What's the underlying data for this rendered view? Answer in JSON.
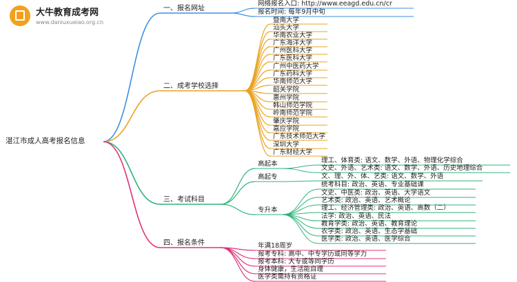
{
  "logo": {
    "title": "大牛教育成考网",
    "subtitle": "www.daniuxueiao.org.cn"
  },
  "mindmap": {
    "root": "湛江市成人高考报名信息",
    "branches": [
      {
        "label": "一、报名网址",
        "color": "#3b8fe0",
        "items": [
          "网络报名入口: http://www.eeagd.edu.cn/cr",
          "报名时间: 每年9月中旬"
        ]
      },
      {
        "label": "二、成考学校选择",
        "color": "#e9a322",
        "items": [
          "暨南大学",
          "汕头大学",
          "华南农业大学",
          "广东海洋大学",
          "广州医科大学",
          "广东医科大学",
          "广州中医药大学",
          "广东药科大学",
          "华南师范大学",
          "韶关学院",
          "惠州学院",
          "韩山师范学院",
          "岭南师范学院",
          "肇庆学院",
          "嘉应学院",
          "广东技术师范大学",
          "深圳大学",
          "广东财经大学"
        ]
      },
      {
        "label": "三、考试科目",
        "color": "#2db37a",
        "subgroups": [
          {
            "label": "高起本",
            "items": [
              "理工、体育类: 语文、数学、外语、物理化学综合",
              "文史、外语、艺术类: 语文、数学、外语、历史地理综合"
            ]
          },
          {
            "label": "高起专",
            "items": [
              "文、理、外、体、艺类: 语文、数学、外语"
            ]
          },
          {
            "label": "专升本",
            "items": [
              "统考科目: 政治、英语、专业基础课",
              "文史、中医类: 政治、英语、大学语文",
              "艺术类: 政治、英语、艺术概论",
              "理工、经济管理类: 政治、英语、高数（二）",
              "法学: 政治、英语、民法",
              "教育学类: 政治、英语、教育理论",
              "农学类: 政治、英语、生态学基础",
              "医学类: 政治、英语、医学综合"
            ]
          }
        ]
      },
      {
        "label": "四、报名条件",
        "color": "#e0307c",
        "items": [
          "年满18周岁",
          "报考专科: 高中、中专学历或同等学力",
          "报考本科: 大专或等同学历",
          "身体健康，生活能自理",
          "医学类需持有资格证"
        ]
      }
    ]
  }
}
